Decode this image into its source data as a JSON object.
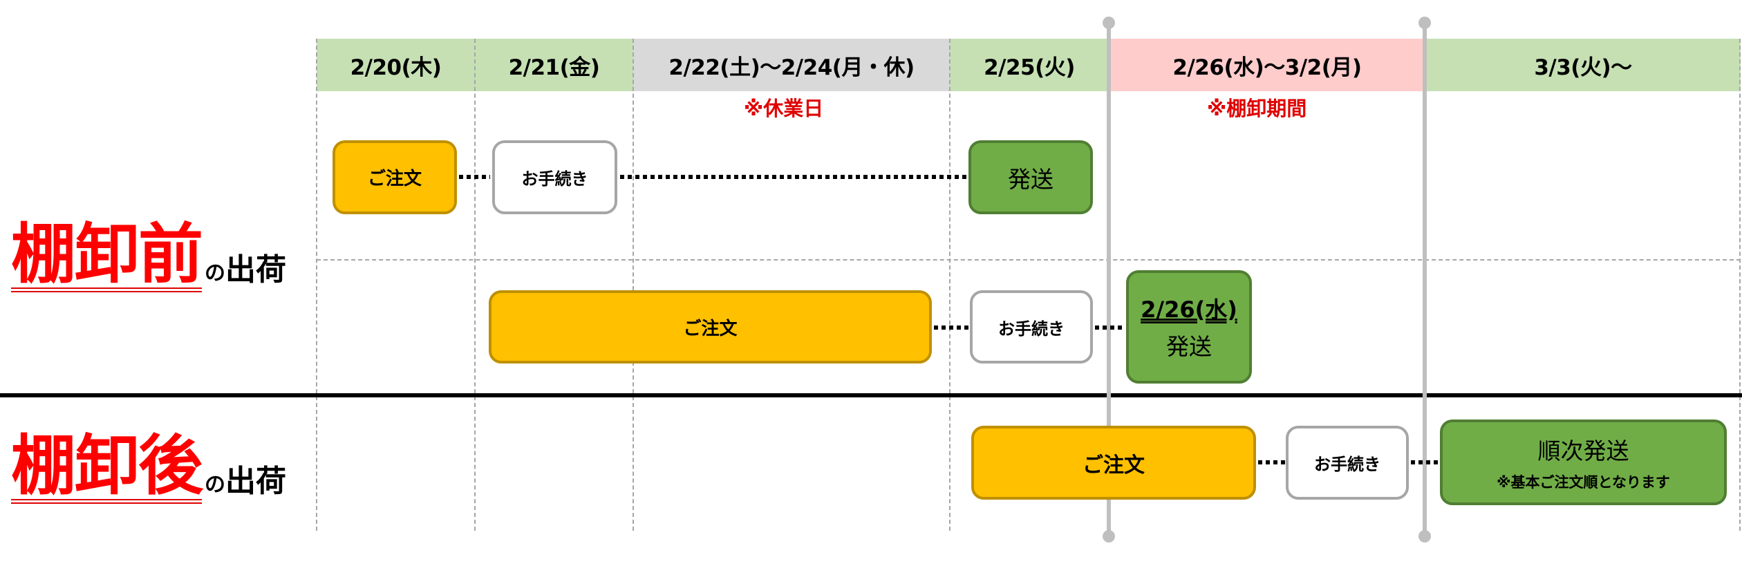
{
  "header": {
    "columns": [
      {
        "label": "2/20(木)",
        "style": "business-day"
      },
      {
        "label": "2/21(金)",
        "style": "business-day"
      },
      {
        "label": "2/22(土)～2/24(月・休)",
        "style": "holiday"
      },
      {
        "label": "2/25(火)",
        "style": "business-day"
      },
      {
        "label": "2/26(水)～3/2(月)",
        "style": "inventory-period"
      },
      {
        "label": "3/3(火)～",
        "style": "business-day"
      }
    ]
  },
  "notes": {
    "holiday": "※休業日",
    "inventory": "※棚卸期間"
  },
  "rows": {
    "before": {
      "label_main": "棚卸前",
      "label_no": "の",
      "label_rest": "出荷",
      "flow_a": {
        "order": "ご注文",
        "procedure": "お手続き",
        "ship": "発送"
      },
      "flow_b": {
        "order": "ご注文",
        "procedure": "お手続き",
        "ship_date": "2/26(水)",
        "ship": "発送"
      }
    },
    "after": {
      "label_main": "棚卸後",
      "label_no": "の",
      "label_rest": "出荷",
      "flow": {
        "order": "ご注文",
        "procedure": "お手続き",
        "ship": "順次発送",
        "ship_note": "※基本ご注文順となります"
      }
    }
  },
  "colors": {
    "business_day": "#c6e0b4",
    "holiday": "#d9d9d9",
    "inventory_period": "#ffcccc",
    "order": "#ffc000",
    "procedure": "#ffffff",
    "ship": "#70ad47",
    "emphasis_red": "#ff0000"
  }
}
